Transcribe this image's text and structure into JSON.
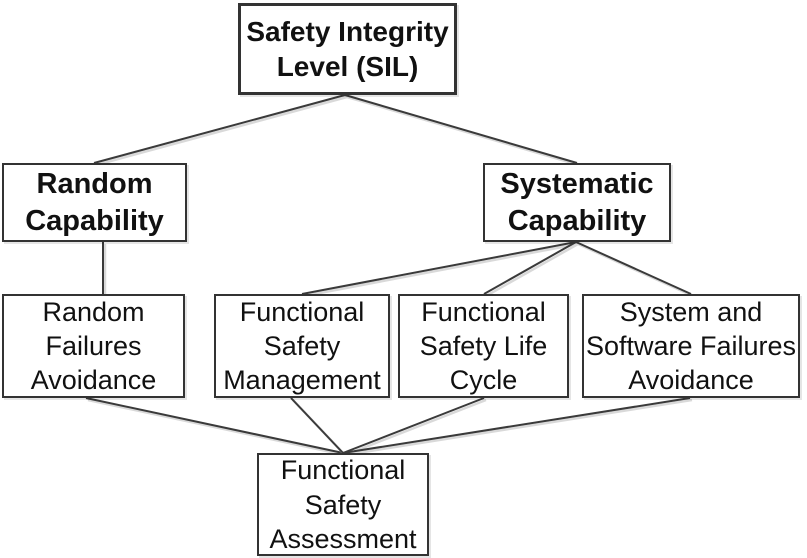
{
  "colors": {
    "border": "#333333",
    "line": "#3a3a3a",
    "line_shadow": "#d9d9d9",
    "text": "#111111",
    "node_fill": "#ffffff",
    "background": "#ffffff"
  },
  "nodes": {
    "sil": {
      "label": "Safety Integrity\nLevel (SIL)"
    },
    "random_capability": {
      "label": "Random\nCapability"
    },
    "systematic_capability": {
      "label": "Systematic\nCapability"
    },
    "random_failures_avoidance": {
      "label": "Random\nFailures\nAvoidance"
    },
    "functional_safety_management": {
      "label": "Functional\nSafety\nManagement"
    },
    "functional_safety_life_cycle": {
      "label": "Functional\nSafety Life\nCycle"
    },
    "system_software_failures_avoidance": {
      "label": "System and\nSoftware Failures\nAvoidance"
    },
    "functional_safety_assessment": {
      "label": "Functional\nSafety\nAssessment"
    }
  },
  "edges": [
    {
      "from": "sil",
      "to": "random_capability"
    },
    {
      "from": "sil",
      "to": "systematic_capability"
    },
    {
      "from": "random_capability",
      "to": "random_failures_avoidance"
    },
    {
      "from": "systematic_capability",
      "to": "functional_safety_management"
    },
    {
      "from": "systematic_capability",
      "to": "functional_safety_life_cycle"
    },
    {
      "from": "systematic_capability",
      "to": "system_software_failures_avoidance"
    },
    {
      "from": "random_failures_avoidance",
      "to": "functional_safety_assessment"
    },
    {
      "from": "functional_safety_management",
      "to": "functional_safety_assessment"
    },
    {
      "from": "functional_safety_life_cycle",
      "to": "functional_safety_assessment"
    },
    {
      "from": "system_software_failures_avoidance",
      "to": "functional_safety_assessment"
    }
  ]
}
